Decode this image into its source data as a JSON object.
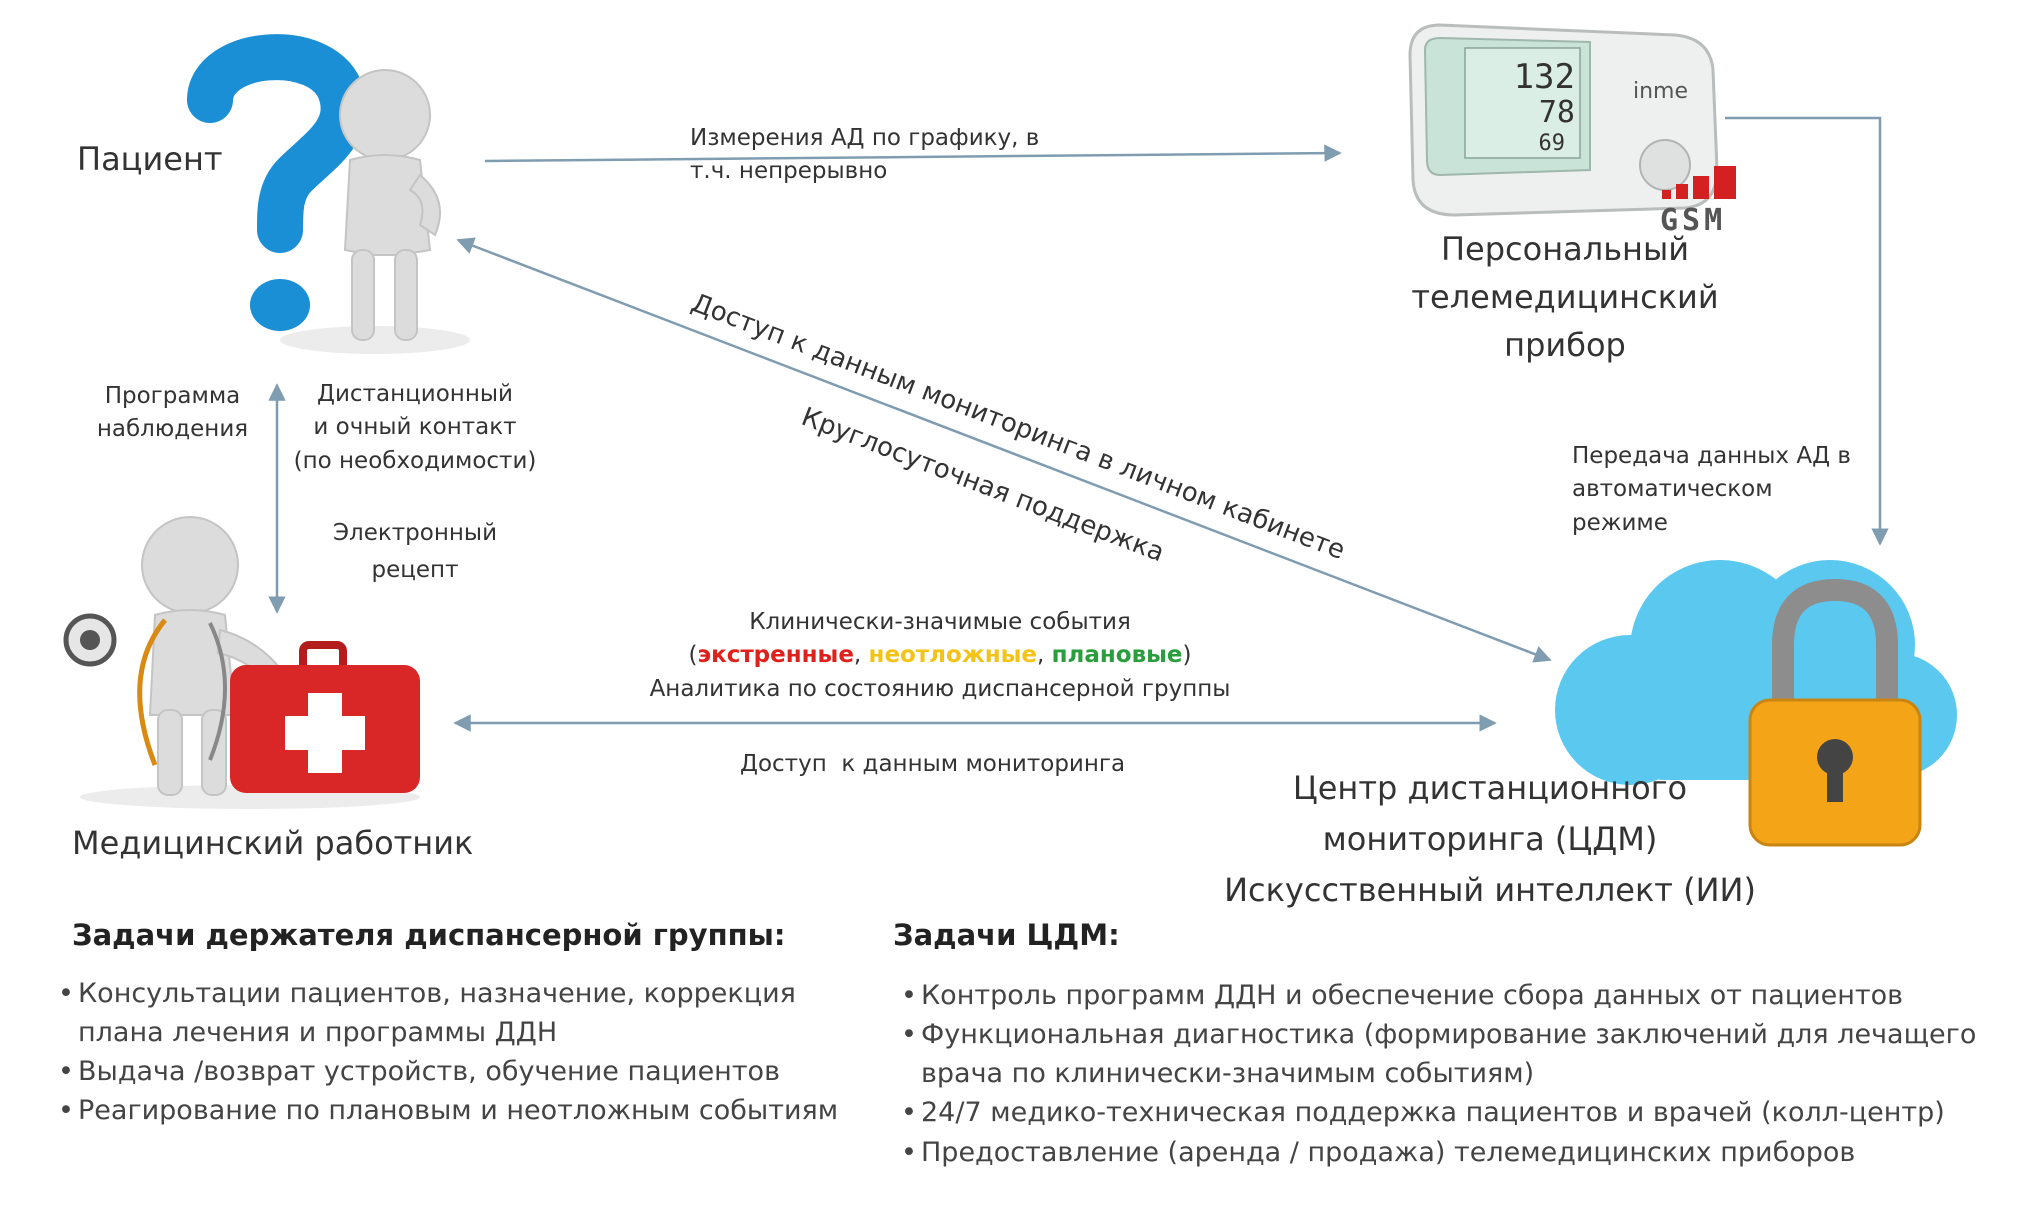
{
  "nodes": {
    "patient": "Пациент",
    "device": [
      "Персональный",
      "телемедицинский",
      "прибор"
    ],
    "gsm": "GSM",
    "device_screen": [
      "132",
      "78",
      "69"
    ],
    "device_brand": "inme",
    "medic": "Медицинский работник",
    "center": [
      "Центр дистанционного",
      "мониторинга (ЦДМ)",
      "Искусственный интеллект (ИИ)"
    ]
  },
  "edges": {
    "patient_device": [
      "Измерения АД по графику, в",
      "т.ч. непрерывно"
    ],
    "diag_access": "Доступ к данным мониторинга в личном кабинете",
    "diag_support": "Круглосуточная поддержка",
    "program": [
      "Программа",
      "наблюдения"
    ],
    "contact": [
      "Дистанционный",
      "и очный контакт",
      "(по необходимости)"
    ],
    "erecipe": [
      "Электронный",
      "рецепт"
    ],
    "device_center": [
      "Передача данных АД в",
      "автоматическом",
      "режиме"
    ],
    "events_title": "Клинически-значимые события",
    "events_open": "(",
    "ev_red": "экстренные",
    "ev_sep1": ", ",
    "ev_yellow": "неотложные",
    "ev_sep2": ", ",
    "ev_green": "плановые",
    "events_close": ")",
    "analytics": "Аналитика по состоянию диспансерной группы",
    "medic_access": "Доступ  к данным мониторинга"
  },
  "tasks_holder": {
    "title": "Задачи держателя диспансерной группы:",
    "items": [
      "Консультации пациентов, назначение, коррекция плана лечения и программы ДДН",
      "Выдача /возврат устройств, обучение пациентов",
      "Реагирование по плановым и неотложным событиям"
    ]
  },
  "tasks_cdm": {
    "title": "Задачи ЦДМ:",
    "items": [
      "Контроль программ ДДН и обеспечение сбора данных от пациентов",
      "Функциональная диагностика (формирование заключений для лечащего врача по клинически-значимым событиям)",
      "24/7 медико-техническая поддержка пациентов и врачей (колл-центр)",
      "Предоставление (аренда / продажа) телемедицинских приборов"
    ]
  },
  "colors": {
    "arrow": "#7f9cb0",
    "question_blue": "#1b8fd6",
    "red_event": "#e0211b",
    "yellow_event": "#f3c317",
    "green_event": "#2a9d3c",
    "cloud": "#5bc8f0",
    "lock_body": "#f3a517",
    "kit_red": "#d92626"
  }
}
